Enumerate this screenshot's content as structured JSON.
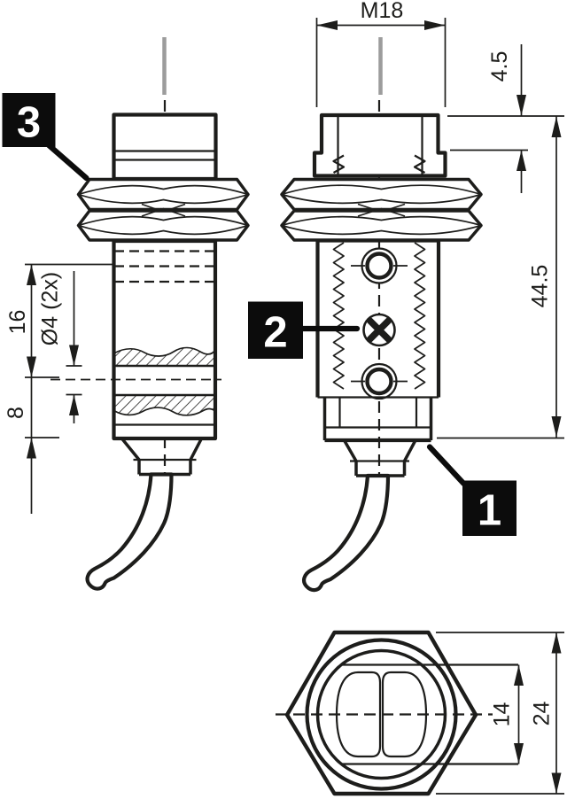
{
  "colors": {
    "line": "#1d1d1b",
    "beam": "#9c9c9c",
    "callout_bg": "#0c0c0c",
    "callout_text": "#ffffff",
    "background": "#ffffff"
  },
  "callouts": {
    "cable": "1",
    "adjuster": "2",
    "nuts": "3"
  },
  "dimensions": {
    "side_view": {
      "hole_position": "16",
      "hole_diameter": "Ø4 (2x)",
      "hole_to_face": "8"
    },
    "front_view": {
      "thread": "M18",
      "thread_length": "4.5",
      "housing_length": "44.5"
    },
    "face_view": {
      "lens_width": "14",
      "width_across_flats": "24"
    }
  }
}
